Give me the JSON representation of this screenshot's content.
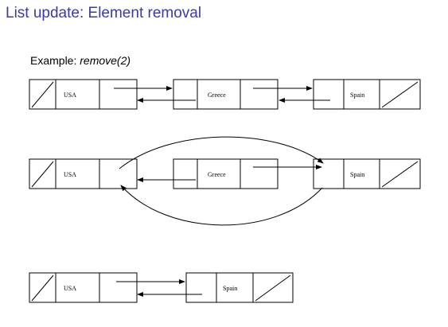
{
  "title": "List update: Element removal",
  "example": {
    "prefix": "Example: ",
    "call": "remove(2)"
  },
  "rows": [
    {
      "nodes": [
        "USA",
        "Greece",
        "Spain"
      ]
    },
    {
      "nodes": [
        "USA",
        "Greece",
        "Spain"
      ]
    },
    {
      "nodes": [
        "USA",
        "Spain"
      ]
    }
  ]
}
